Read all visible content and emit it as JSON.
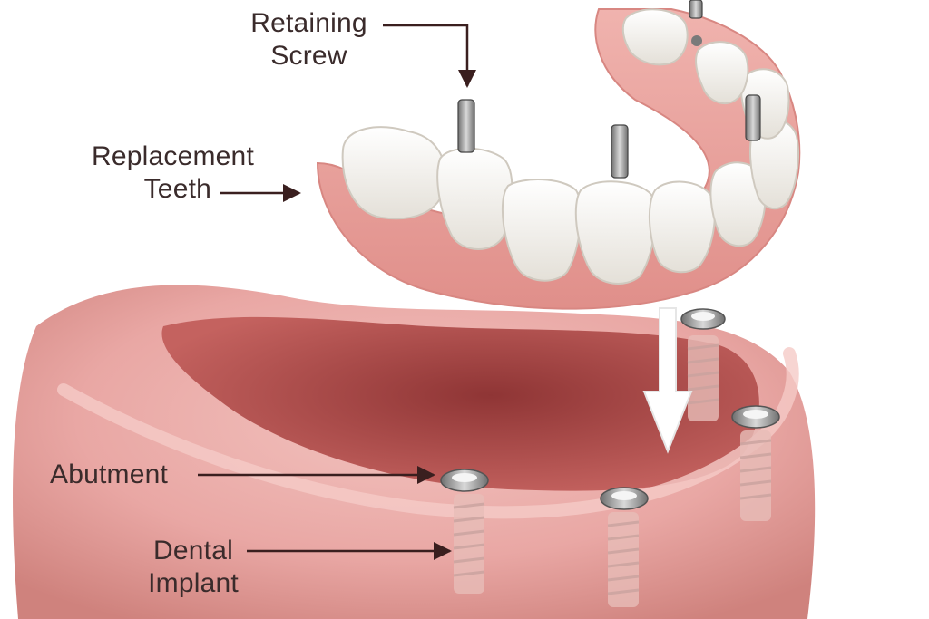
{
  "labels": {
    "retaining_screw": [
      "Retaining",
      "Screw"
    ],
    "replacement_teeth": [
      "Replacement",
      "Teeth"
    ],
    "abutment": [
      "Abutment"
    ],
    "dental_implant": [
      "Dental",
      "Implant"
    ]
  },
  "colors": {
    "label_text": "#3a2b2b",
    "arrow": "#3a1f1f",
    "gum": "#e9a7a4",
    "gum_dark": "#c9746f",
    "mouth_inner": "#a94a4a",
    "tooth": "#f3f1ec",
    "metal": "#9a9a9a"
  }
}
